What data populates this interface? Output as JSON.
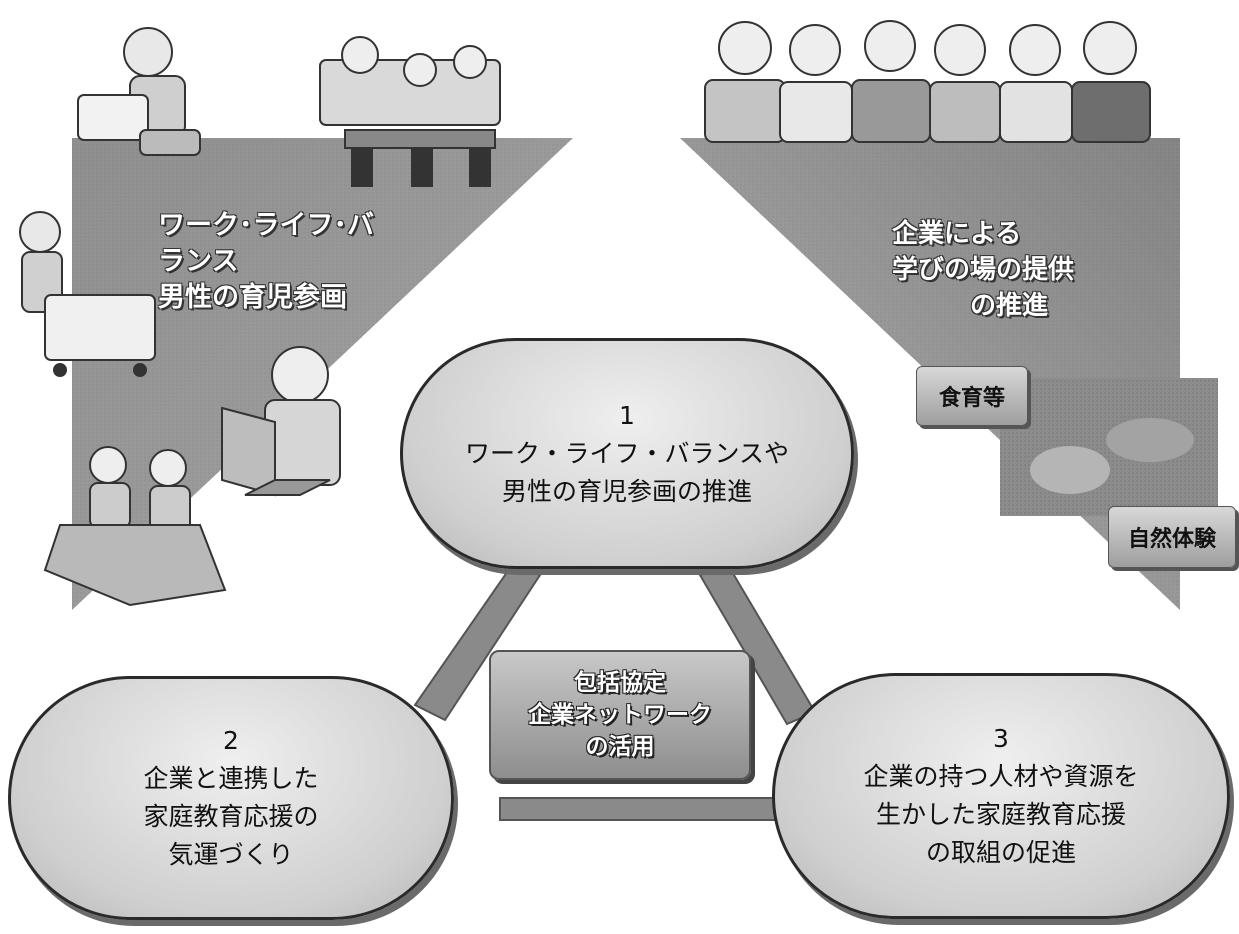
{
  "left_panel": {
    "title": "ワーク･ライフ･バ\nランス\n男性の育児参画"
  },
  "right_panel": {
    "title": "企業による\n学びの場の提供\n　　　の推進"
  },
  "tags": {
    "food": "食育等",
    "nature": "自然体験"
  },
  "pill1": {
    "number": "1",
    "line1": "ワーク・ライフ・バランスや",
    "line2": "男性の育児参画の推進"
  },
  "pill2": {
    "number": "2",
    "line1": "企業と連携した",
    "line2": "家庭教育応援の",
    "line3": "気運づくり"
  },
  "pill3": {
    "number": "3",
    "line1": "企業の持つ人材や資源を",
    "line2": "生かした家庭教育応援",
    "line3": "の取組の促進"
  },
  "center": {
    "line1": "包括協定",
    "line2": "企業ネットワーク",
    "line3": "の活用"
  }
}
